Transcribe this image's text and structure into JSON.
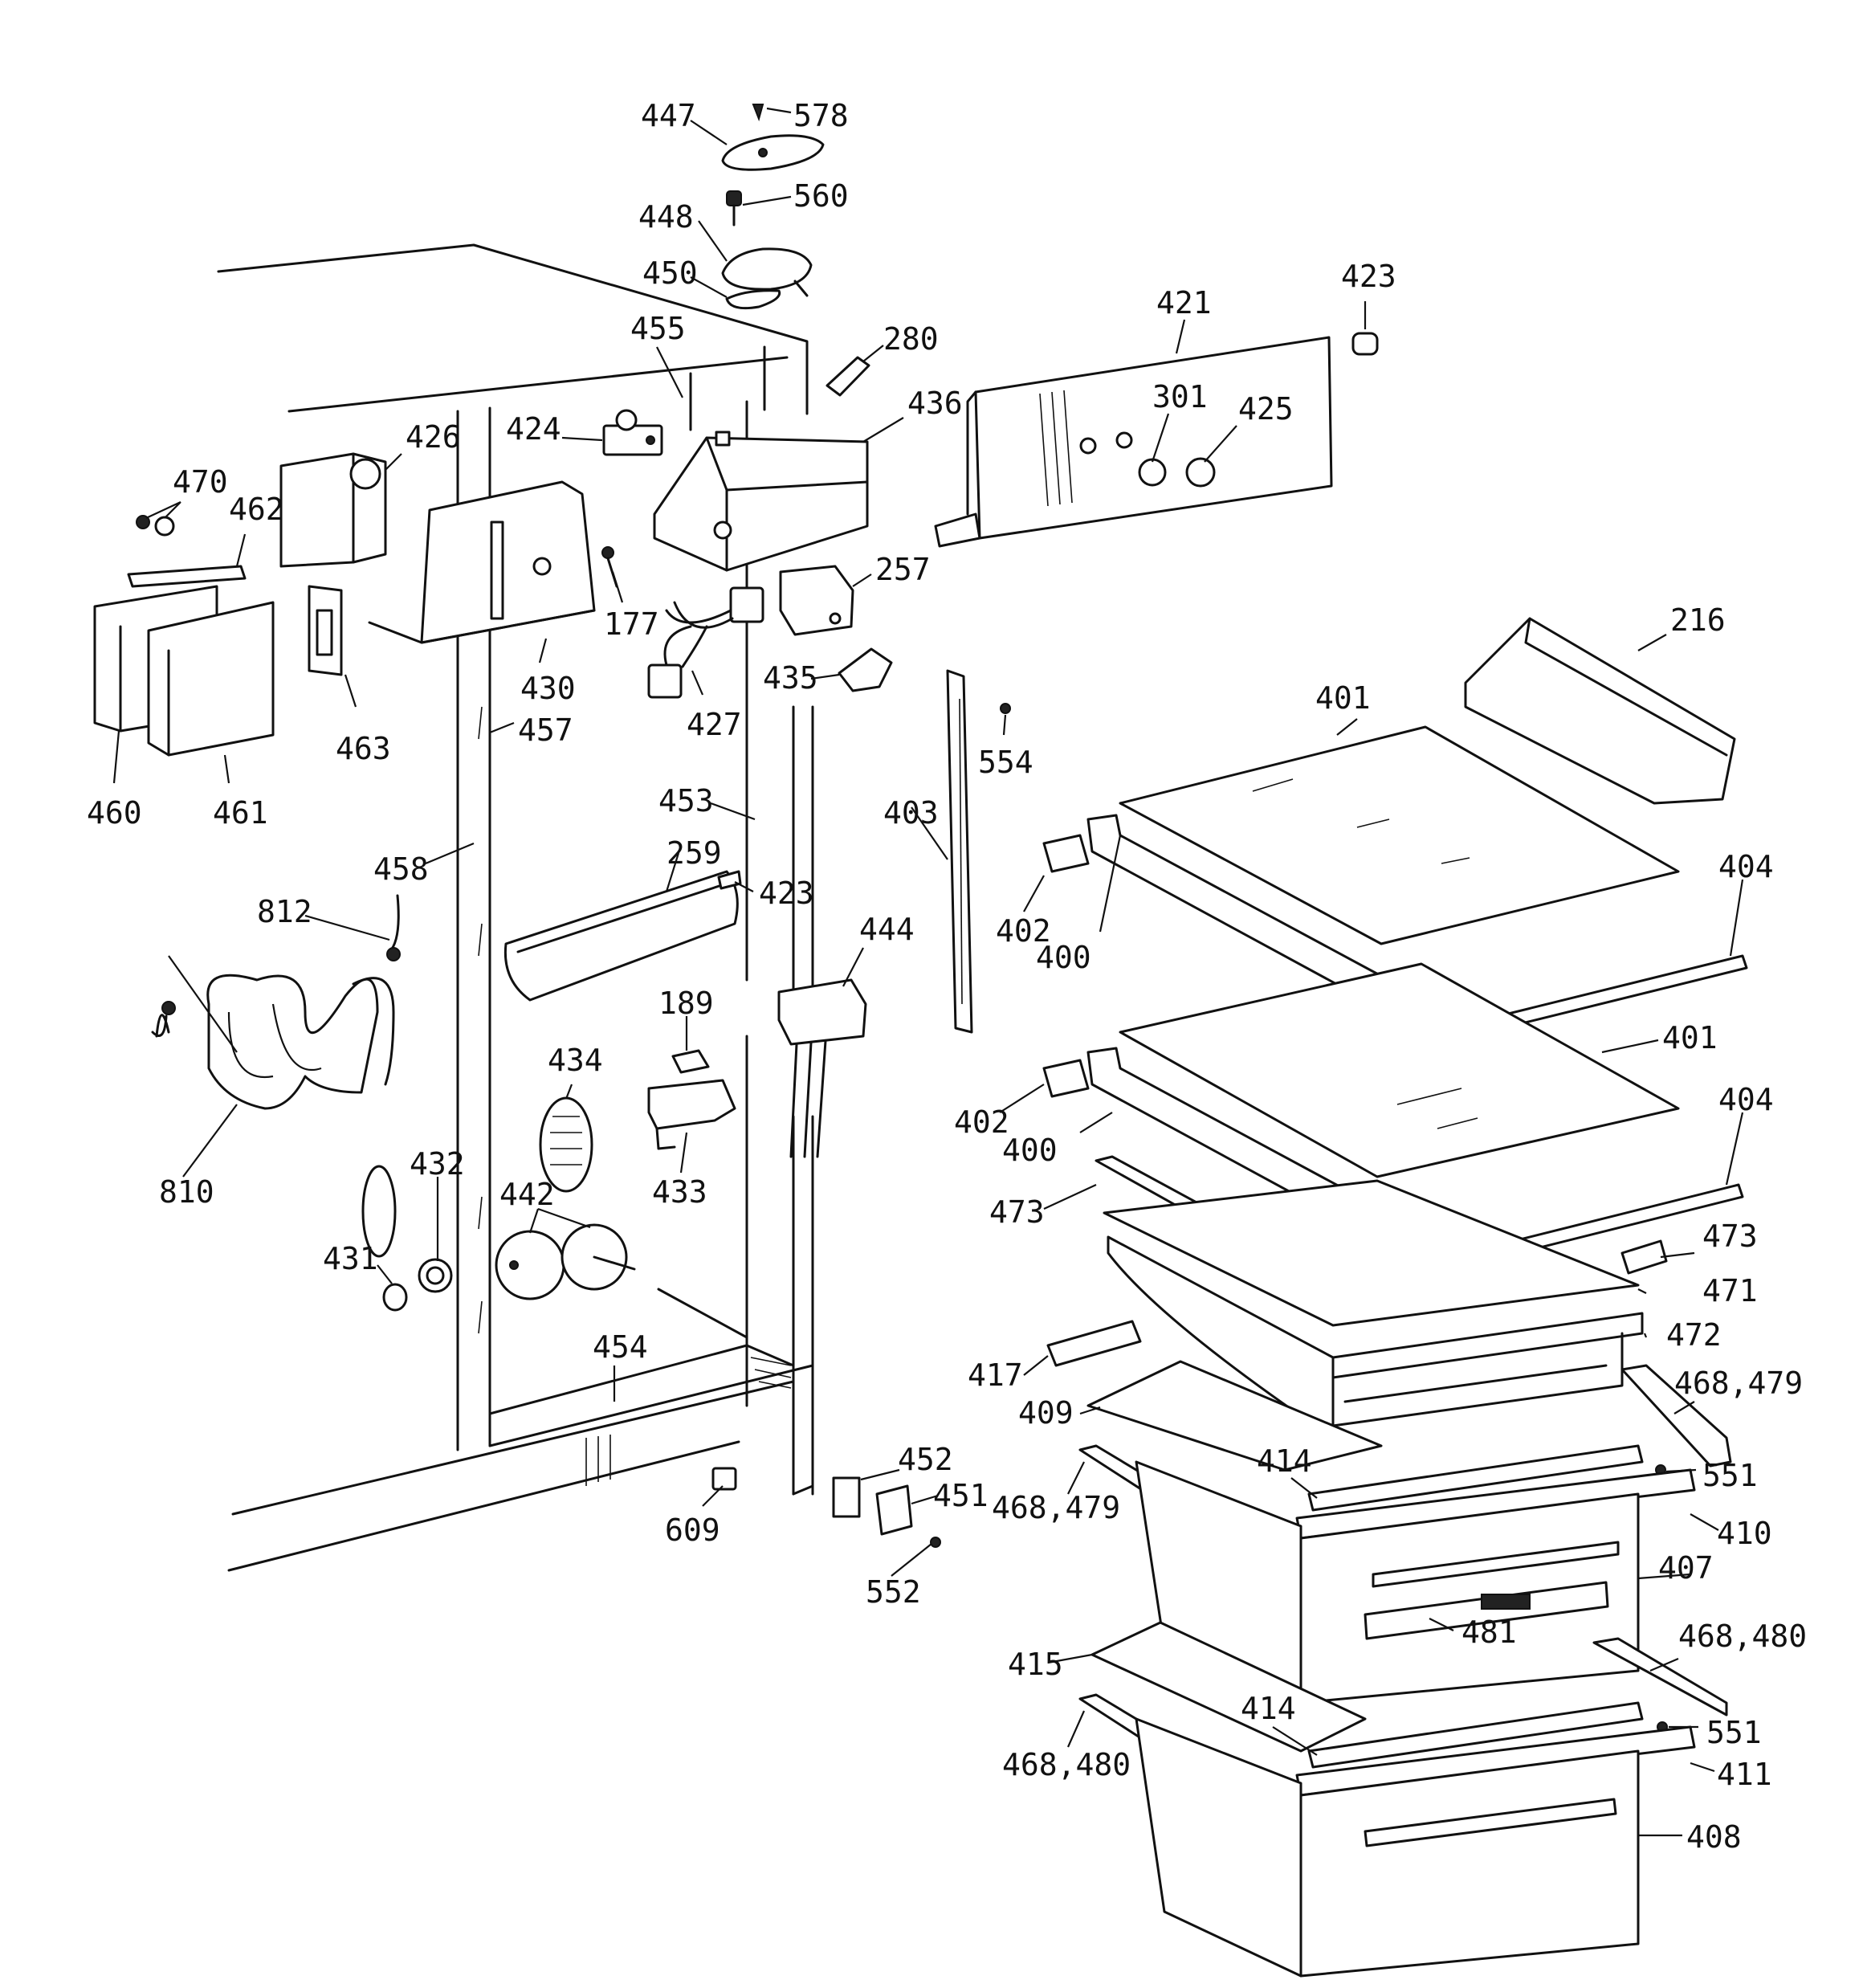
{
  "callouts": [
    {
      "id": "c447",
      "text": "447"
    },
    {
      "id": "c578",
      "text": "578"
    },
    {
      "id": "c560",
      "text": "560"
    },
    {
      "id": "c448",
      "text": "448"
    },
    {
      "id": "c450",
      "text": "450"
    },
    {
      "id": "c423a",
      "text": "423"
    },
    {
      "id": "c421",
      "text": "421"
    },
    {
      "id": "c455",
      "text": "455"
    },
    {
      "id": "c280",
      "text": "280"
    },
    {
      "id": "c436",
      "text": "436"
    },
    {
      "id": "c301",
      "text": "301"
    },
    {
      "id": "c425",
      "text": "425"
    },
    {
      "id": "c424",
      "text": "424"
    },
    {
      "id": "c426",
      "text": "426"
    },
    {
      "id": "c470",
      "text": "470"
    },
    {
      "id": "c462",
      "text": "462"
    },
    {
      "id": "c257",
      "text": "257"
    },
    {
      "id": "c177",
      "text": "177"
    },
    {
      "id": "c216",
      "text": "216"
    },
    {
      "id": "c430",
      "text": "430"
    },
    {
      "id": "c435",
      "text": "435"
    },
    {
      "id": "c427",
      "text": "427"
    },
    {
      "id": "c457",
      "text": "457"
    },
    {
      "id": "c463",
      "text": "463"
    },
    {
      "id": "c401a",
      "text": "401"
    },
    {
      "id": "c554",
      "text": "554"
    },
    {
      "id": "c460",
      "text": "460"
    },
    {
      "id": "c461",
      "text": "461"
    },
    {
      "id": "c453",
      "text": "453"
    },
    {
      "id": "c403",
      "text": "403"
    },
    {
      "id": "c259",
      "text": "259"
    },
    {
      "id": "c458",
      "text": "458"
    },
    {
      "id": "c423b",
      "text": "423"
    },
    {
      "id": "c404a",
      "text": "404"
    },
    {
      "id": "c812",
      "text": "812"
    },
    {
      "id": "c402a",
      "text": "402"
    },
    {
      "id": "c444",
      "text": "444"
    },
    {
      "id": "c400a",
      "text": "400"
    },
    {
      "id": "c189",
      "text": "189"
    },
    {
      "id": "c401b",
      "text": "401"
    },
    {
      "id": "c434",
      "text": "434"
    },
    {
      "id": "c402b",
      "text": "402"
    },
    {
      "id": "c404b",
      "text": "404"
    },
    {
      "id": "c400b",
      "text": "400"
    },
    {
      "id": "c810",
      "text": "810"
    },
    {
      "id": "c433",
      "text": "433"
    },
    {
      "id": "c432",
      "text": "432"
    },
    {
      "id": "c442",
      "text": "442"
    },
    {
      "id": "c473a",
      "text": "473"
    },
    {
      "id": "c473b",
      "text": "473"
    },
    {
      "id": "c431",
      "text": "431"
    },
    {
      "id": "c471",
      "text": "471"
    },
    {
      "id": "c454",
      "text": "454"
    },
    {
      "id": "c472",
      "text": "472"
    },
    {
      "id": "c417",
      "text": "417"
    },
    {
      "id": "c468_479a",
      "text": "468,479"
    },
    {
      "id": "c409",
      "text": "409"
    },
    {
      "id": "c452",
      "text": "452"
    },
    {
      "id": "c414a",
      "text": "414"
    },
    {
      "id": "c551a",
      "text": "551"
    },
    {
      "id": "c451",
      "text": "451"
    },
    {
      "id": "c468_479b",
      "text": "468,479"
    },
    {
      "id": "c609",
      "text": "609"
    },
    {
      "id": "c410",
      "text": "410"
    },
    {
      "id": "c552",
      "text": "552"
    },
    {
      "id": "c407",
      "text": "407"
    },
    {
      "id": "c481",
      "text": "481"
    },
    {
      "id": "c468_480a",
      "text": "468,480"
    },
    {
      "id": "c415",
      "text": "415"
    },
    {
      "id": "c414b",
      "text": "414"
    },
    {
      "id": "c551b",
      "text": "551"
    },
    {
      "id": "c468_480b",
      "text": "468,480"
    },
    {
      "id": "c411",
      "text": "411"
    },
    {
      "id": "c408",
      "text": "408"
    }
  ]
}
